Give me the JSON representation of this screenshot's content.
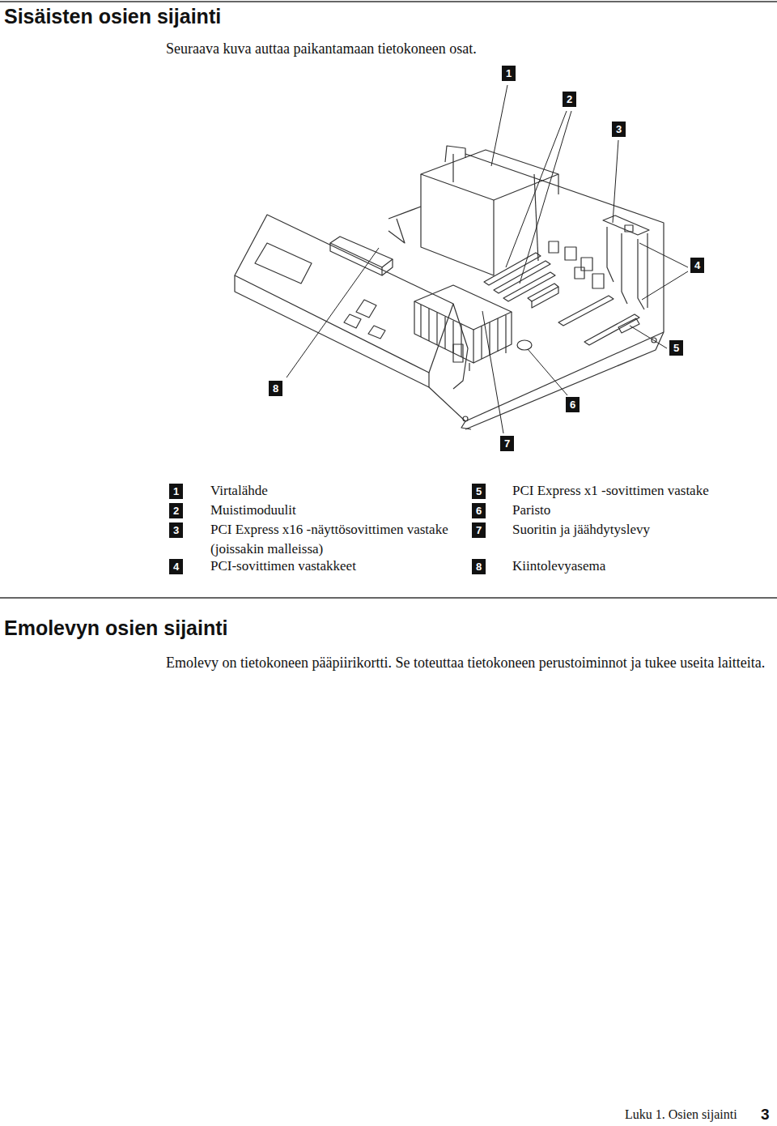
{
  "diagram": {
    "title": "Sisäisten osien sijainti",
    "labels": [
      "Seuraava kuva auttaa paikantamaan tietokoneen osat.",
      "1",
      "2",
      "3",
      "4",
      "5",
      "8",
      "6",
      "7",
      "1",
      "Virtalähde",
      "5",
      "PCI Express x1 -sovittimen vastake",
      "2",
      "Muistimoduulit",
      "6",
      "Paristo",
      "3",
      "PCI Express x16 -näyttösovittimen vastake (joissakin malleissa)",
      "7",
      "Suoritin ja jäähdytyslevy",
      "4",
      "PCI-sovittimen vastakkeet",
      "8",
      "Kiintolevyasema",
      "Emolevyn osien sijainti",
      "Emolevy on tietokoneen pääpiirikortti. Se toteuttaa tietokoneen perustoiminnot ja tukee useita laitteita.",
      "Luku 1. Osien sijainti",
      "3"
    ]
  }
}
